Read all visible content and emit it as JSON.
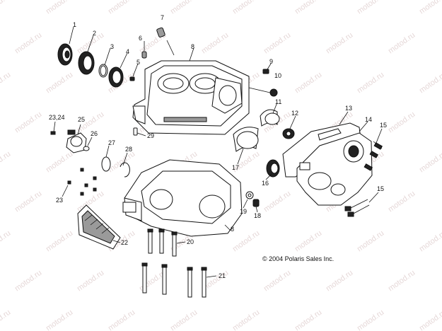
{
  "watermark": {
    "text": "motod.ru"
  },
  "copyright": "© 2004 Polaris Sales Inc.",
  "callouts": [
    {
      "id": "c1",
      "label": "1"
    },
    {
      "id": "c2",
      "label": "2"
    },
    {
      "id": "c3",
      "label": "3"
    },
    {
      "id": "c4",
      "label": "4"
    },
    {
      "id": "c5",
      "label": "5"
    },
    {
      "id": "c6",
      "label": "6"
    },
    {
      "id": "c7",
      "label": "7"
    },
    {
      "id": "c8a",
      "label": "8"
    },
    {
      "id": "c9",
      "label": "9"
    },
    {
      "id": "c10",
      "label": "10"
    },
    {
      "id": "c11",
      "label": "11"
    },
    {
      "id": "c12",
      "label": "12"
    },
    {
      "id": "c13",
      "label": "13"
    },
    {
      "id": "c14",
      "label": "14"
    },
    {
      "id": "c15a",
      "label": "15"
    },
    {
      "id": "c16",
      "label": "16"
    },
    {
      "id": "c17",
      "label": "17"
    },
    {
      "id": "c18",
      "label": "18"
    },
    {
      "id": "c19",
      "label": "19"
    },
    {
      "id": "c20",
      "label": "20"
    },
    {
      "id": "c21",
      "label": "21"
    },
    {
      "id": "c22",
      "label": "22"
    },
    {
      "id": "c23",
      "label": "23"
    },
    {
      "id": "c2324",
      "label": "23,24"
    },
    {
      "id": "c25",
      "label": "25"
    },
    {
      "id": "c26",
      "label": "26"
    },
    {
      "id": "c27",
      "label": "27"
    },
    {
      "id": "c28",
      "label": "28"
    },
    {
      "id": "c29",
      "label": "29"
    },
    {
      "id": "c8b",
      "label": "8"
    },
    {
      "id": "c15b",
      "label": "15"
    }
  ]
}
